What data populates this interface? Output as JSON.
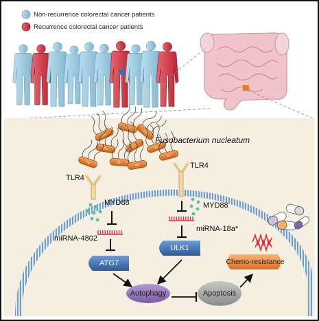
{
  "legend": {
    "items": [
      {
        "label": "Non-recurrence colorectal cancer patients",
        "color": "#a9d3e6"
      },
      {
        "label": "Recurrence colorectal cancer patients",
        "color": "#d9303f"
      }
    ]
  },
  "bacterium": {
    "name": "Fusobacterium nucleatum",
    "tag": "Fn"
  },
  "receptors": {
    "left": "TLR4",
    "right": "TLR4"
  },
  "adaptors": {
    "left": "MYD88",
    "right": "MYD88"
  },
  "mirnas": {
    "left": "miRNA-4802",
    "right": "miRNA-18a*"
  },
  "targets": {
    "left": "ATG7",
    "right": "ULK1"
  },
  "outcomes": {
    "autophagy": "Autophagy",
    "apoptosis": "Apoptosis",
    "chemoresistance": "Chemo-resistance"
  },
  "colors": {
    "background": "#f5efe2",
    "membrane": "#5d8fc4",
    "mirna": "#e0344a",
    "protein_blue": "#3f73b5",
    "autophagy_purple": "#8a6bb0",
    "apoptosis_gray": "#9a9a9a",
    "chemo_orange": "#e8883a",
    "bacteria_orange": "#d9792c",
    "dots_teal": "#5bbfa5"
  }
}
